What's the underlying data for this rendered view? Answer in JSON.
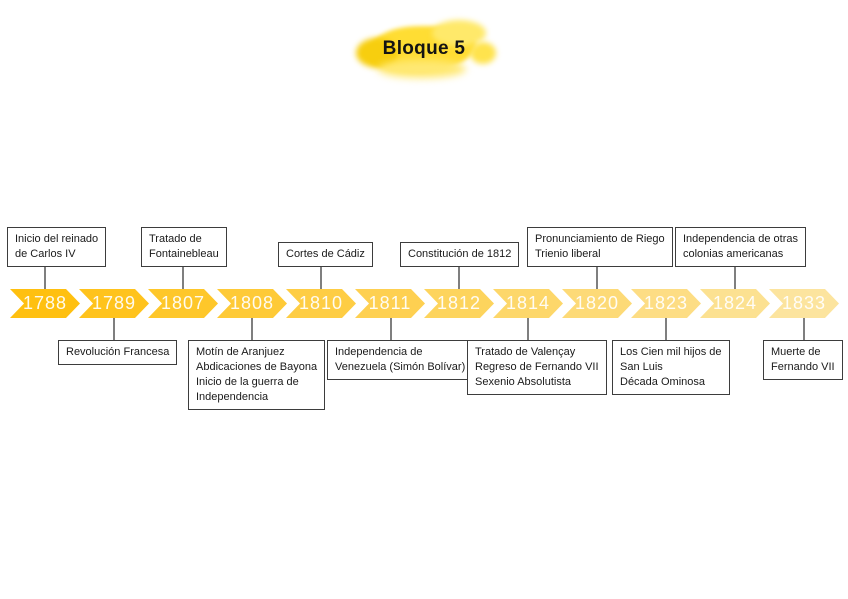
{
  "title": {
    "text": "Bloque 5",
    "splash_color": "#FFDD33"
  },
  "timeline": {
    "years": [
      "1788",
      "1789",
      "1807",
      "1808",
      "1810",
      "1811",
      "1812",
      "1814",
      "1820",
      "1823",
      "1824",
      "1833"
    ],
    "colors": [
      "#FFC010",
      "#FFC31D",
      "#FEC72A",
      "#FECA37",
      "#FECD44",
      "#FED051",
      "#FDD45D",
      "#FDD76A",
      "#FDDA77",
      "#FDDD84",
      "#FCE191",
      "#FCE49E"
    ],
    "year_text_color": "#FFFFFF"
  },
  "events": {
    "top": [
      {
        "year": "1788",
        "text": "Inicio del reinado\nde Carlos IV"
      },
      {
        "year": "1807",
        "text": "Tratado de\nFontainebleau"
      },
      {
        "year": "1810",
        "text": "Cortes de Cádiz"
      },
      {
        "year": "1812",
        "text": "Constitución de 1812"
      },
      {
        "year": "1820",
        "text": "Pronunciamiento de Riego\nTrienio liberal"
      },
      {
        "year": "1824",
        "text": "Independencia de otras\ncolonias americanas"
      }
    ],
    "bottom": [
      {
        "year": "1789",
        "text": "Revolución Francesa"
      },
      {
        "year": "1808",
        "text": "Motín de Aranjuez\nAbdicaciones de Bayona\nInicio de la guerra de\nIndependencia"
      },
      {
        "year": "1811",
        "text": "Independencia de\nVenezuela (Simón Bolívar)"
      },
      {
        "year": "1814",
        "text": "Tratado de Valençay\nRegreso de Fernando VII\nSexenio Absolutista"
      },
      {
        "year": "1823",
        "text": "Los Cien mil hijos de\nSan Luis\nDécada Ominosa"
      },
      {
        "year": "1833",
        "text": "Muerte de\nFernando VII"
      }
    ]
  }
}
